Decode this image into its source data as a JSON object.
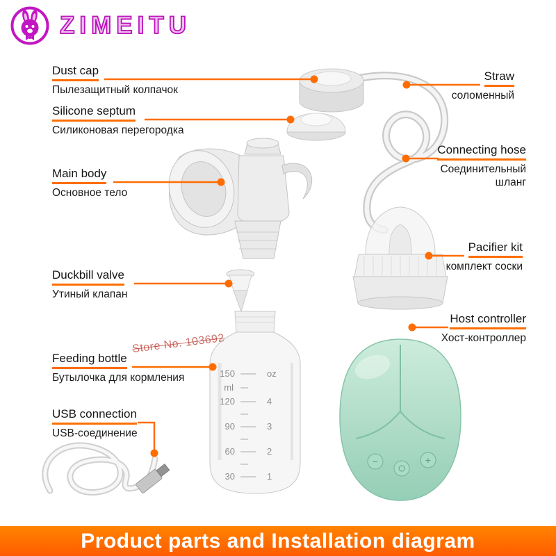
{
  "logo": {
    "brand": "ZIMEITU",
    "icon": "rabbit-mascot-icon"
  },
  "callouts": {
    "left": [
      {
        "en": "Dust cap",
        "ru": "Пылезащитный колпачок"
      },
      {
        "en": "Silicone septum",
        "ru": "Силиконовая перегородка"
      },
      {
        "en": "Main body",
        "ru": "Основное тело"
      },
      {
        "en": "Duckbill valve",
        "ru": "Утиный клапан"
      },
      {
        "en": "Feeding bottle",
        "ru": "Бутылочка для кормления"
      },
      {
        "en": "USB connection",
        "ru": "USB-соединение"
      }
    ],
    "right": [
      {
        "en": "Straw",
        "ru": "соломенный"
      },
      {
        "en": "Connecting hose",
        "ru": "Соединительный шланг"
      },
      {
        "en": "Pacifier kit",
        "ru": "комплект соски"
      },
      {
        "en": "Host controller",
        "ru": "Хост-контроллер"
      }
    ]
  },
  "bottle": {
    "ml_label": "ml",
    "oz_label": "oz",
    "ml_values": [
      "150",
      "120",
      "90",
      "60",
      "30"
    ],
    "oz_values": [
      "4",
      "3",
      "2",
      "1"
    ]
  },
  "watermark": "Store No. 103692",
  "banner": {
    "text": "Product parts and Installation diagram"
  },
  "colors": {
    "accent": "#ff6d00",
    "brand": "#bb13bb",
    "banner_bg": "#ff6c00",
    "controller_green": "#a7dcc6"
  }
}
